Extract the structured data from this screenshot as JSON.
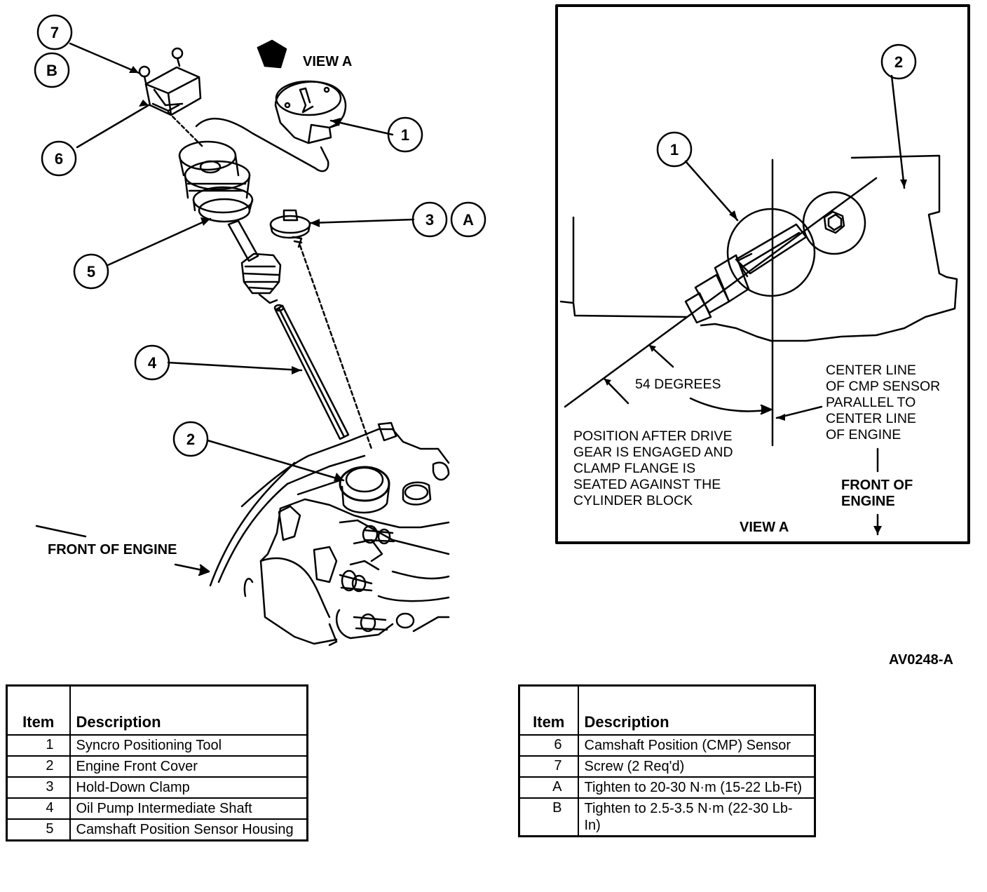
{
  "diagram": {
    "callouts": [
      "1",
      "2",
      "3",
      "4",
      "5",
      "6",
      "7",
      "A",
      "B"
    ],
    "main_labels": {
      "view_a_pointer": "VIEW A",
      "front_of_engine": "FRONT OF ENGINE"
    },
    "inset": {
      "angle": "54 DEGREES",
      "center_line": [
        "CENTER LINE",
        "OF CMP SENSOR",
        "PARALLEL TO",
        "CENTER LINE",
        "OF ENGINE"
      ],
      "position_after": [
        "POSITION AFTER DRIVE",
        "GEAR IS ENGAGED AND",
        "CLAMP FLANGE IS",
        "SEATED AGAINST THE",
        "CYLINDER BLOCK"
      ],
      "front_of_engine": [
        "FRONT OF",
        "ENGINE"
      ],
      "view_title": "VIEW A"
    },
    "part_code": "AV0248-A"
  },
  "legend_left": {
    "header_item": "Item",
    "header_description": "Description",
    "rows": [
      {
        "item": "1",
        "description": "Syncro Positioning Tool"
      },
      {
        "item": "2",
        "description": "Engine Front Cover"
      },
      {
        "item": "3",
        "description": "Hold-Down Clamp"
      },
      {
        "item": "4",
        "description": "Oil Pump Intermediate Shaft"
      },
      {
        "item": "5",
        "description": "Camshaft Position Sensor Housing"
      }
    ]
  },
  "legend_right": {
    "header_item": "Item",
    "header_description": "Description",
    "rows": [
      {
        "item": "6",
        "description": "Camshaft Position (CMP) Sensor"
      },
      {
        "item": "7",
        "description": "Screw (2 Req'd)"
      },
      {
        "item": "A",
        "description": "Tighten to 20-30 N·m (15-22 Lb-Ft)"
      },
      {
        "item": "B",
        "description": "Tighten to 2.5-3.5 N·m (22-30 Lb-In)"
      }
    ]
  }
}
